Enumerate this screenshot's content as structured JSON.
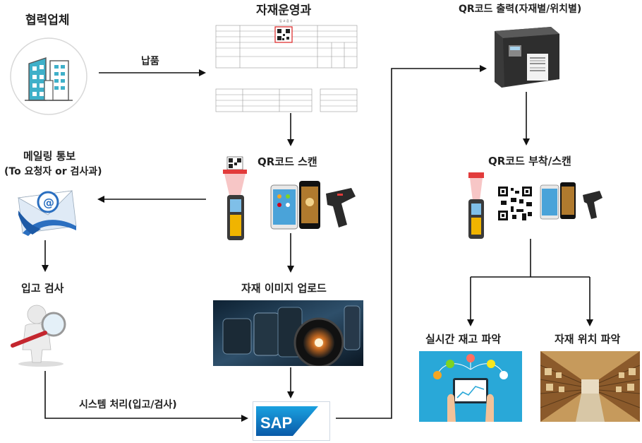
{
  "nodes": {
    "partner": {
      "title": "협력업체"
    },
    "material_dept": {
      "title": "자재운영과"
    },
    "qr_print": {
      "title": "QR코드 출력(자재별/위치별)"
    },
    "mail_notify": {
      "title_line1": "메일링 통보",
      "title_line2": "(To 요청자 or 검사과)"
    },
    "qr_scan": {
      "title": "QR코드 스캔"
    },
    "qr_attach": {
      "title": "QR코드 부착/스캔"
    },
    "incoming_inspection": {
      "title": "입고 검사"
    },
    "image_upload": {
      "title": "자재 이미지 업로드"
    },
    "realtime_stock": {
      "title": "실시간 재고 파악"
    },
    "location_check": {
      "title": "자재 위치 파악"
    },
    "sap": {
      "logo_text": "SAP"
    }
  },
  "edges": {
    "delivery": {
      "label": "납품"
    },
    "system_processing": {
      "label": "시스템 처리(입고/검사)"
    }
  },
  "document": {
    "header": "입 고 검 사"
  },
  "colors": {
    "arrow": "#111111",
    "sap_blue": "#1a73c7",
    "stock_bg": "#29a8d8",
    "mail_blue": "#2b6fc0"
  }
}
